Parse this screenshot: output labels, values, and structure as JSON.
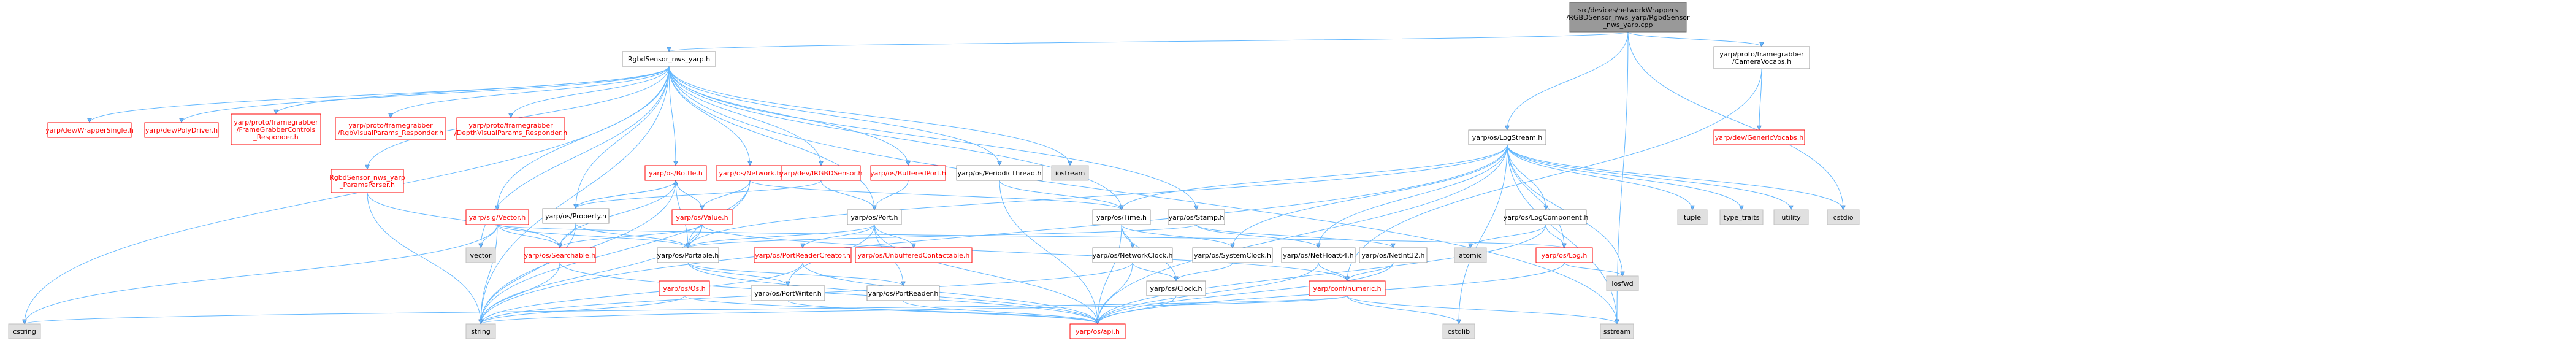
{
  "colors": {
    "root_fill": "#999999",
    "node_fill": "#ffffff",
    "node_stroke": "#999999",
    "doc_stroke": "#999999",
    "redlink_stroke": "#ff0000",
    "redlink_text": "#ff0000",
    "external_fill": "#e0e0e0",
    "text": "#000000",
    "edge": "#63b8ff",
    "edge_dark": "#4d7ec0"
  },
  "graph": {
    "title": "src/devices/networkWrappers/RGBDSensor_nws_yarp/RgbdSensor_nws_yarp.cpp",
    "nodes": [
      {
        "id": "root",
        "kind": "root",
        "lines": [
          "src/devices/networkWrappers",
          "/RGBDSensor_nws_yarp/RgbdSensor",
          "_nws_yarp.cpp"
        ]
      },
      {
        "id": "rgbd_h",
        "kind": "doc",
        "lines": [
          "RgbdSensor_nws_yarp.h"
        ]
      },
      {
        "id": "camera_vocabs",
        "kind": "doc",
        "lines": [
          "yarp/proto/framegrabber",
          "/CameraVocabs.h"
        ]
      },
      {
        "id": "logstream",
        "kind": "doc",
        "lines": [
          "yarp/os/LogStream.h"
        ]
      },
      {
        "id": "wrapper_single",
        "kind": "red",
        "lines": [
          "yarp/dev/WrapperSingle.h"
        ]
      },
      {
        "id": "polydriver",
        "kind": "red",
        "lines": [
          "yarp/dev/PolyDriver.h"
        ]
      },
      {
        "id": "fg_controls",
        "kind": "red",
        "lines": [
          "yarp/proto/framegrabber",
          "/FrameGrabberControls",
          "_Responder.h"
        ]
      },
      {
        "id": "rgb_visual",
        "kind": "red",
        "lines": [
          "yarp/proto/framegrabber",
          "/RgbVisualParams_Responder.h"
        ]
      },
      {
        "id": "depth_visual",
        "kind": "red",
        "lines": [
          "yarp/proto/framegrabber",
          "/DepthVisualParams_Responder.h"
        ]
      },
      {
        "id": "params_parser",
        "kind": "red",
        "lines": [
          "RgbdSensor_nws_yarp",
          "_ParamsParser.h"
        ]
      },
      {
        "id": "bottle",
        "kind": "red",
        "lines": [
          "yarp/os/Bottle.h"
        ]
      },
      {
        "id": "network",
        "kind": "red",
        "lines": [
          "yarp/os/Network.h"
        ]
      },
      {
        "id": "irgbd",
        "kind": "red",
        "lines": [
          "yarp/dev/IRGBDSensor.h"
        ]
      },
      {
        "id": "buffered_port",
        "kind": "red",
        "lines": [
          "yarp/os/BufferedPort.h"
        ]
      },
      {
        "id": "periodic_thread",
        "kind": "doc",
        "lines": [
          "yarp/os/PeriodicThread.h"
        ]
      },
      {
        "id": "iostream",
        "kind": "ext",
        "lines": [
          "iostream"
        ]
      },
      {
        "id": "generic_vocabs",
        "kind": "red",
        "lines": [
          "yarp/dev/GenericVocabs.h"
        ]
      },
      {
        "id": "sig_vector",
        "kind": "red",
        "lines": [
          "yarp/sig/Vector.h"
        ]
      },
      {
        "id": "property",
        "kind": "doc",
        "lines": [
          "yarp/os/Property.h"
        ]
      },
      {
        "id": "value",
        "kind": "red",
        "lines": [
          "yarp/os/Value.h"
        ]
      },
      {
        "id": "port",
        "kind": "doc",
        "lines": [
          "yarp/os/Port.h"
        ]
      },
      {
        "id": "time",
        "kind": "doc",
        "lines": [
          "yarp/os/Time.h"
        ]
      },
      {
        "id": "stamp",
        "kind": "doc",
        "lines": [
          "yarp/os/Stamp.h"
        ]
      },
      {
        "id": "log_component",
        "kind": "doc",
        "lines": [
          "yarp/os/LogComponent.h"
        ]
      },
      {
        "id": "tuple",
        "kind": "ext",
        "lines": [
          "tuple"
        ]
      },
      {
        "id": "type_traits",
        "kind": "ext",
        "lines": [
          "type_traits"
        ]
      },
      {
        "id": "utility",
        "kind": "ext",
        "lines": [
          "utility"
        ]
      },
      {
        "id": "cstdio",
        "kind": "ext",
        "lines": [
          "cstdio"
        ]
      },
      {
        "id": "vector",
        "kind": "ext",
        "lines": [
          "vector"
        ]
      },
      {
        "id": "searchable",
        "kind": "red",
        "lines": [
          "yarp/os/Searchable.h"
        ]
      },
      {
        "id": "portable",
        "kind": "doc",
        "lines": [
          "yarp/os/Portable.h"
        ]
      },
      {
        "id": "port_reader_creator",
        "kind": "red",
        "lines": [
          "yarp/os/PortReaderCreator.h"
        ]
      },
      {
        "id": "unbuffered",
        "kind": "red",
        "lines": [
          "yarp/os/UnbufferedContactable.h"
        ]
      },
      {
        "id": "network_clock",
        "kind": "doc",
        "lines": [
          "yarp/os/NetworkClock.h"
        ]
      },
      {
        "id": "system_clock",
        "kind": "doc",
        "lines": [
          "yarp/os/SystemClock.h"
        ]
      },
      {
        "id": "netfloat64",
        "kind": "doc",
        "lines": [
          "yarp/os/NetFloat64.h"
        ]
      },
      {
        "id": "netint32",
        "kind": "doc",
        "lines": [
          "yarp/os/NetInt32.h"
        ]
      },
      {
        "id": "atomic",
        "kind": "ext",
        "lines": [
          "atomic"
        ]
      },
      {
        "id": "log",
        "kind": "red",
        "lines": [
          "yarp/os/Log.h"
        ]
      },
      {
        "id": "iosfwd",
        "kind": "ext",
        "lines": [
          "iosfwd"
        ]
      },
      {
        "id": "os",
        "kind": "red",
        "lines": [
          "yarp/os/Os.h"
        ]
      },
      {
        "id": "port_writer",
        "kind": "doc",
        "lines": [
          "yarp/os/PortWriter.h"
        ]
      },
      {
        "id": "port_reader",
        "kind": "doc",
        "lines": [
          "yarp/os/PortReader.h"
        ]
      },
      {
        "id": "clock",
        "kind": "doc",
        "lines": [
          "yarp/os/Clock.h"
        ]
      },
      {
        "id": "conf_numeric",
        "kind": "red",
        "lines": [
          "yarp/conf/numeric.h"
        ]
      },
      {
        "id": "cstring",
        "kind": "ext",
        "lines": [
          "cstring"
        ]
      },
      {
        "id": "string",
        "kind": "ext",
        "lines": [
          "string"
        ]
      },
      {
        "id": "api",
        "kind": "red",
        "lines": [
          "yarp/os/api.h"
        ]
      },
      {
        "id": "cstdlib",
        "kind": "ext",
        "lines": [
          "cstdlib"
        ]
      },
      {
        "id": "sstream",
        "kind": "ext",
        "lines": [
          "sstream"
        ]
      }
    ]
  }
}
